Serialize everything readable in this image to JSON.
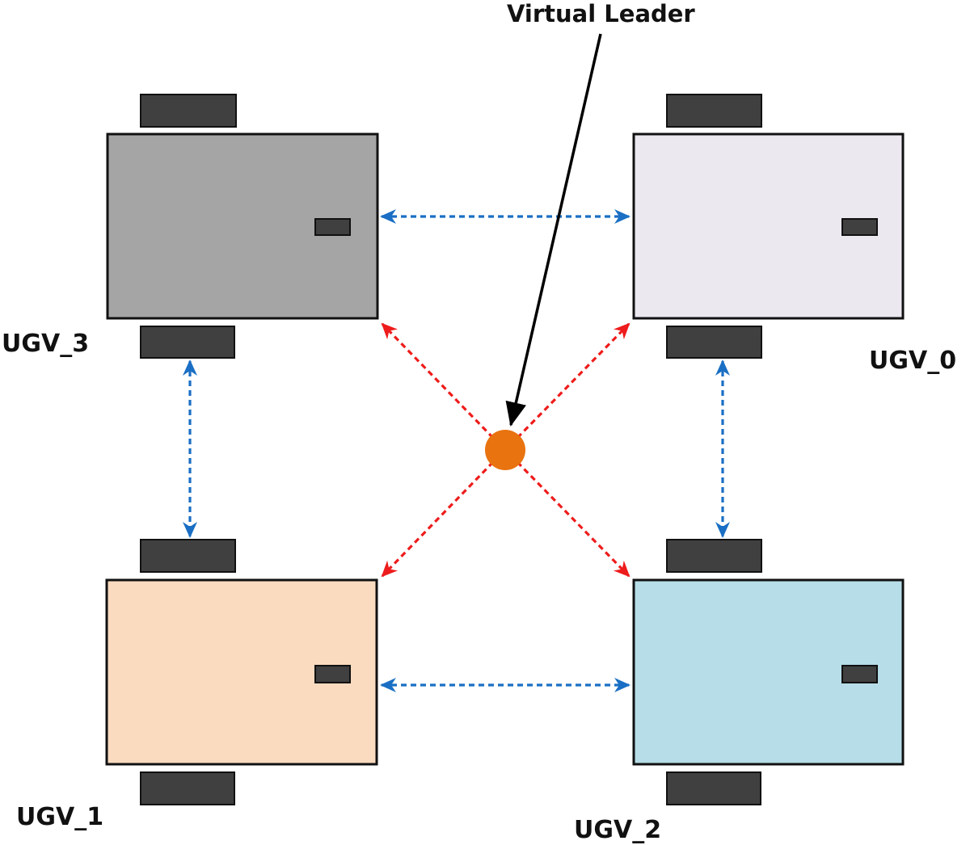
{
  "leader": {
    "label": "Virtual Leader",
    "color": "#e8730f"
  },
  "vehicles": [
    {
      "id": "ugv0",
      "label": "UGV_0",
      "body_color": "#ece8f0"
    },
    {
      "id": "ugv1",
      "label": "UGV_1",
      "body_color": "#fadbbf"
    },
    {
      "id": "ugv2",
      "label": "UGV_2",
      "body_color": "#b6dde8"
    },
    {
      "id": "ugv3",
      "label": "UGV_3",
      "body_color": "#a5a5a5"
    }
  ],
  "colors": {
    "vehicle_link": "#1a6fc4",
    "leader_link": "#ee1c1c",
    "wheel": "#404040",
    "outline": "#111111"
  }
}
